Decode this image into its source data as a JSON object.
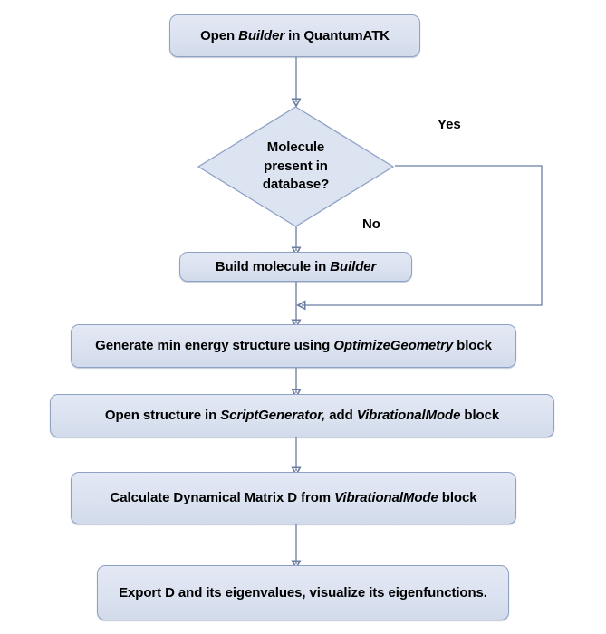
{
  "diagram": {
    "title": "QuantumATK vibrational mode workflow flowchart",
    "colors": {
      "node_fill_top": "#e3e8f4",
      "node_fill_bottom": "#d2dbeb",
      "node_border": "#8ea2c6",
      "connector": "#6b7da0",
      "text": "#000000",
      "background": "#ffffff"
    },
    "nodes": {
      "start": {
        "shape": "rounded-rectangle",
        "text_plain": "Open Builder in QuantumATK",
        "part1": "Open ",
        "emphasis1": "Builder",
        "part2": " in QuantumATK"
      },
      "decision": {
        "shape": "diamond",
        "text_plain": "Molecule present in database?",
        "line1": "Molecule",
        "line2": "present in",
        "line3": "database?"
      },
      "build": {
        "shape": "rounded-rectangle",
        "text_plain": "Build molecule in Builder",
        "part1": "Build molecule in ",
        "emphasis1": "Builder"
      },
      "optimize": {
        "shape": "rounded-rectangle",
        "text_plain": "Generate min energy structure using OptimizeGeometry block",
        "part1": "Generate min energy structure using ",
        "emphasis1": "OptimizeGeometry",
        "part2": " block"
      },
      "script": {
        "shape": "rounded-rectangle",
        "text_plain": "Open structure in ScriptGenerator, add VibrationalMode block",
        "part1": "Open structure in ",
        "emphasis1": "ScriptGenerator,",
        "part2": " add ",
        "emphasis2": "VibrationalMode",
        "part3": " block"
      },
      "dynamical": {
        "shape": "rounded-rectangle",
        "text_plain": "Calculate Dynamical Matrix D from VibrationalMode block",
        "part1": "Calculate Dynamical Matrix D from ",
        "emphasis1": "VibrationalMode",
        "part2": " block"
      },
      "export": {
        "shape": "rounded-rectangle",
        "text_plain": "Export D and its eigenvalues, visualize its eigenfunctions.",
        "line1": "Export D and its eigenvalues, visualize its",
        "line2": "eigenfunctions."
      }
    },
    "edge_labels": {
      "yes": "Yes",
      "no": "No"
    }
  }
}
